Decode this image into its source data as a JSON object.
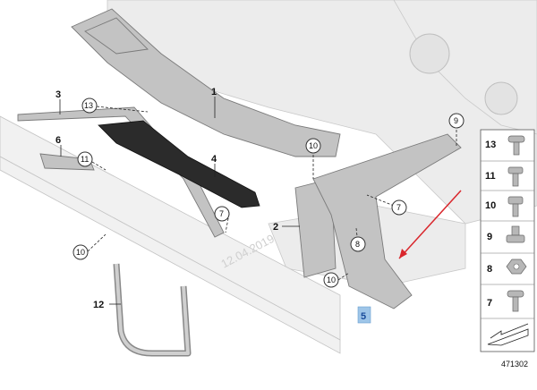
{
  "labels": {
    "part_1": "1",
    "part_2": "2",
    "part_3": "3",
    "part_4": "4",
    "part_5": "5",
    "part_6": "6",
    "part_12": "12"
  },
  "callouts": {
    "c13": "13",
    "c11": "11",
    "c10a": "10",
    "c10b": "10",
    "c10c": "10",
    "c9": "9",
    "c7a": "7",
    "c7b": "7",
    "c8": "8"
  },
  "legend": {
    "items": [
      "13",
      "11",
      "10",
      "9",
      "8",
      "7"
    ]
  },
  "watermark": "12.04.2019",
  "diagram_id": "471302",
  "colors": {
    "arrow": "#d9262c",
    "highlight": "#9ec5e8",
    "part_grey": "#c3c3c3"
  },
  "icons": {
    "cut_icon": "cut-arrow-icon"
  }
}
